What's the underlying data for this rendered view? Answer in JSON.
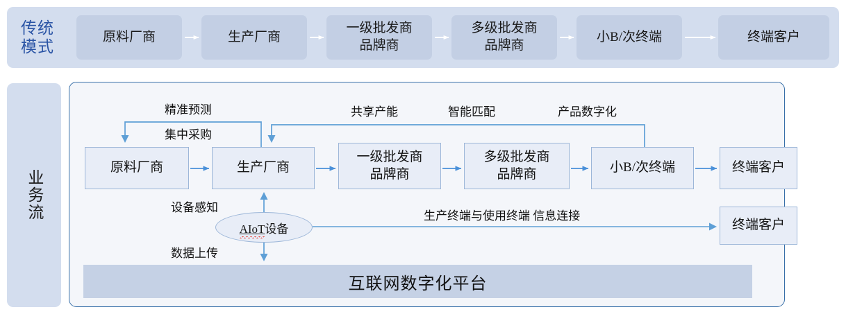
{
  "colors": {
    "band_bg": "#d3ddee",
    "band_box": "#c3cfe4",
    "panel_bg": "#f4f6fa",
    "panel_border": "#376fa8",
    "flow_box_bg": "#e8edf7",
    "flow_box_border": "#9cb6d8",
    "arrow_blue": "#4a90d9",
    "arrow_white": "#ffffff",
    "platform_bg": "#c5d1e5",
    "label_blue": "#2a54a5",
    "spellcheck_red": "#e8413a"
  },
  "traditional": {
    "side_label_line1": "传统",
    "side_label_line2": "模式",
    "nodes": [
      {
        "label": "原料厂商"
      },
      {
        "label": "生产厂商"
      },
      {
        "label_line1": "一级批发商",
        "label_line2": "品牌商"
      },
      {
        "label_line1": "多级批发商",
        "label_line2": "品牌商"
      },
      {
        "label": "小B/次终端"
      },
      {
        "label": "终端客户"
      }
    ]
  },
  "business_flow": {
    "side_label": "业务流",
    "nodes": [
      {
        "label": "原料厂商"
      },
      {
        "label": "生产厂商"
      },
      {
        "label_line1": "一级批发商",
        "label_line2": "品牌商"
      },
      {
        "label_line1": "多级批发商",
        "label_line2": "品牌商"
      },
      {
        "label": "小B/次终端"
      },
      {
        "label": "终端客户"
      }
    ],
    "feedback_labels": [
      {
        "text": "精准预测"
      },
      {
        "text": "集中采购"
      },
      {
        "text": "共享产能"
      },
      {
        "text": "智能匹配"
      },
      {
        "text": "产品数字化"
      }
    ],
    "iot": {
      "label_prefix": "AIoT",
      "label_suffix": "设备",
      "up_label": "设备感知",
      "down_label": "数据上传",
      "connection_label": "生产终端与使用终端  信息连接",
      "endpoint_label": "终端客户"
    },
    "platform_label": "互联网数字化平台"
  }
}
